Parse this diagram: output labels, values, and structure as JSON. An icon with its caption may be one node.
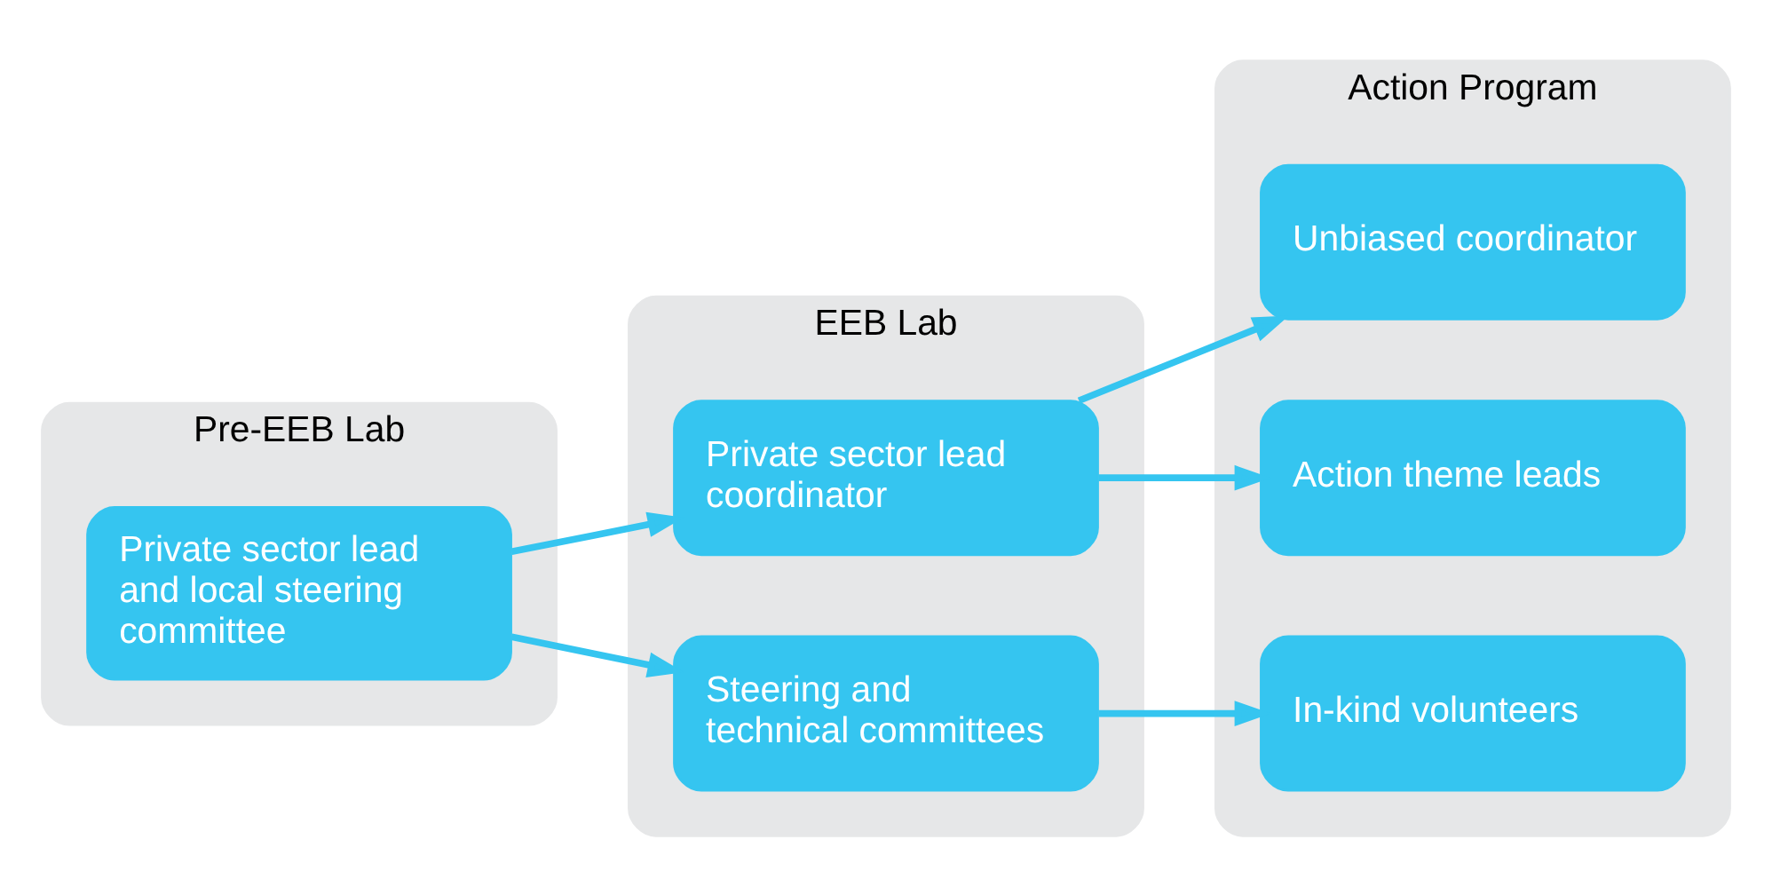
{
  "diagram": {
    "nodes": [
      {
        "text": [
          "Pre-EEB Lab"
        ]
      },
      {
        "text": [
          "Private sector lead and local steering committee"
        ],
        "in": 0
      },
      {
        "text": [
          "EEB Lab"
        ]
      },
      {
        "text": [
          "Private sector lead coordinator"
        ],
        "in": 2
      },
      {
        "text": [
          "Steering and technical committees"
        ],
        "in": 2
      },
      {
        "text": [
          "Action Program"
        ]
      },
      {
        "text": [
          "Unbiased coordinator"
        ],
        "in": 5
      },
      {
        "text": [
          "Action theme leads"
        ],
        "in": 5
      },
      {
        "text": [
          "In-kind volunteers"
        ],
        "in": 5
      }
    ],
    "edges": [
      {
        "from": 1,
        "to": 3,
        "arrow": "to"
      },
      {
        "from": 1,
        "to": 4,
        "arrow": "to"
      },
      {
        "from": 3,
        "to": 6,
        "arrow": "to"
      },
      {
        "from": 3,
        "to": 7,
        "arrow": "to"
      },
      {
        "from": 4,
        "to": 8,
        "arrow": "to"
      }
    ]
  }
}
